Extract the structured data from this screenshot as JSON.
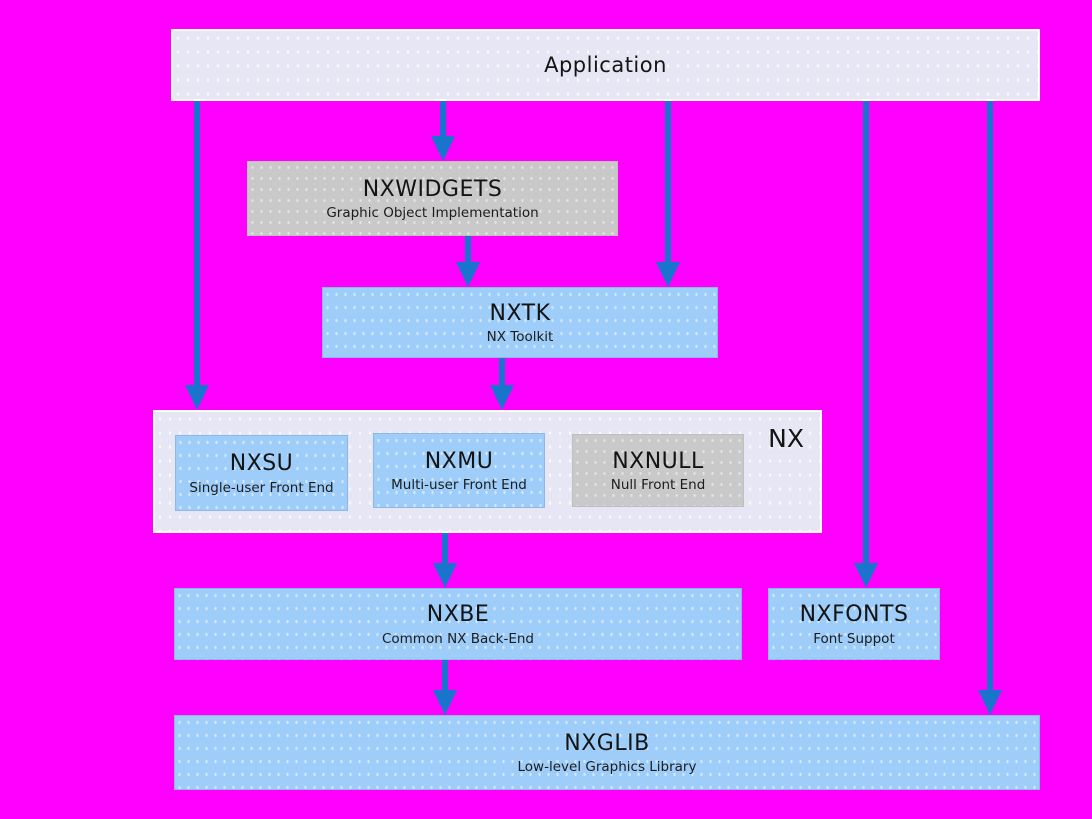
{
  "diagram": {
    "colors": {
      "bg": "#ff00ff",
      "arrow": "#1874cd",
      "light": "#e6e6f4",
      "blue": "#9dcdf8",
      "gray": "#c9c9c9"
    },
    "nodes": {
      "application": {
        "title": "Application"
      },
      "nxwidgets": {
        "title": "NXWIDGETS",
        "subtitle": "Graphic Object Implementation"
      },
      "nxtk": {
        "title": "NXTK",
        "subtitle": "NX Toolkit"
      },
      "nx": {
        "label": "NX"
      },
      "nxsu": {
        "title": "NXSU",
        "subtitle": "Single-user Front End"
      },
      "nxmu": {
        "title": "NXMU",
        "subtitle": "Multi-user Front End"
      },
      "nxnull": {
        "title": "NXNULL",
        "subtitle": "Null Front End"
      },
      "nxbe": {
        "title": "NXBE",
        "subtitle": "Common NX Back-End"
      },
      "nxfonts": {
        "title": "NXFONTS",
        "subtitle": "Font Suppot"
      },
      "nxglib": {
        "title": "NXGLIB",
        "subtitle": "Low-level Graphics Library"
      }
    },
    "edges": [
      {
        "from": "application",
        "to": "nx"
      },
      {
        "from": "application",
        "to": "nxwidgets"
      },
      {
        "from": "nxwidgets",
        "to": "nxtk"
      },
      {
        "from": "application",
        "to": "nxtk"
      },
      {
        "from": "nxtk",
        "to": "nx"
      },
      {
        "from": "nx",
        "to": "nxbe"
      },
      {
        "from": "application",
        "to": "nxfonts"
      },
      {
        "from": "nxbe",
        "to": "nxglib"
      },
      {
        "from": "application",
        "to": "nxglib"
      }
    ]
  }
}
